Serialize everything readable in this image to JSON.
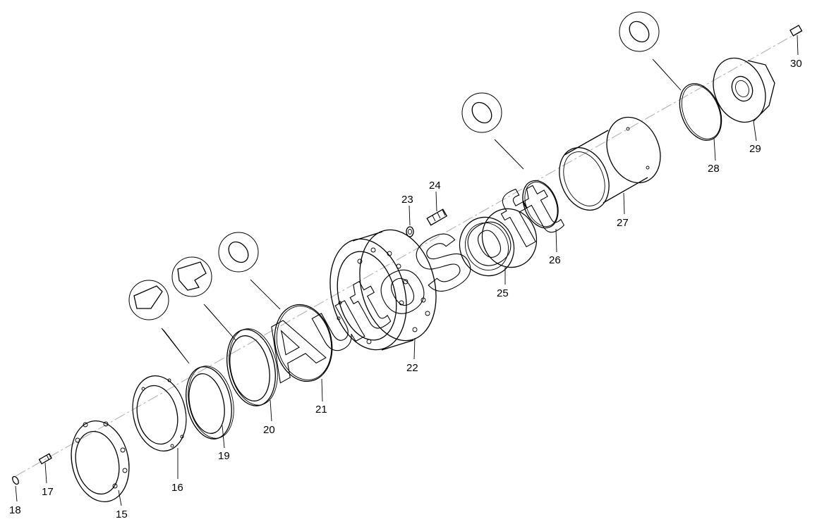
{
  "watermark": {
    "text": "AutoSoft"
  },
  "parts": [
    {
      "id": "p15",
      "label": "15"
    },
    {
      "id": "p16",
      "label": "16"
    },
    {
      "id": "p17",
      "label": "17"
    },
    {
      "id": "p18",
      "label": "18"
    },
    {
      "id": "p19",
      "label": "19"
    },
    {
      "id": "p20",
      "label": "20"
    },
    {
      "id": "p21",
      "label": "21"
    },
    {
      "id": "p22",
      "label": "22"
    },
    {
      "id": "p23",
      "label": "23"
    },
    {
      "id": "p24",
      "label": "24"
    },
    {
      "id": "p25",
      "label": "25"
    },
    {
      "id": "p26",
      "label": "26"
    },
    {
      "id": "p27",
      "label": "27"
    },
    {
      "id": "p28",
      "label": "28"
    },
    {
      "id": "p29",
      "label": "29"
    },
    {
      "id": "p30",
      "label": "30"
    }
  ]
}
